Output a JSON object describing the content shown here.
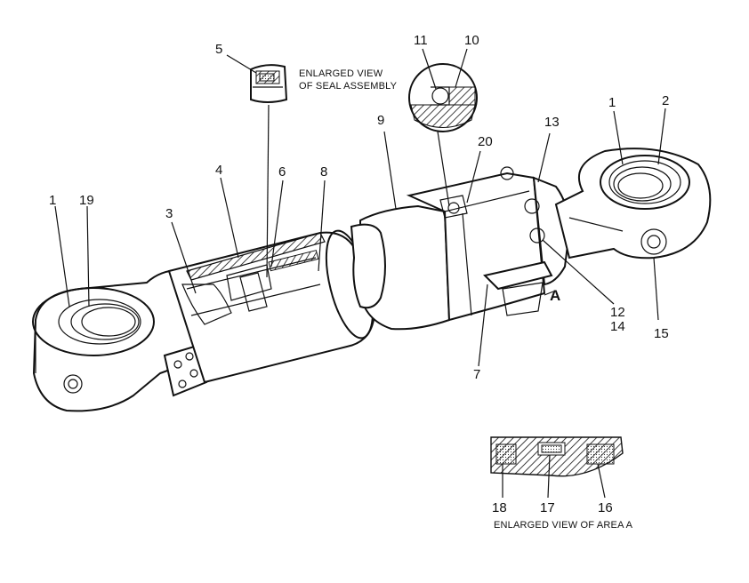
{
  "labels": {
    "seal_caption_line1": "ENLARGED VIEW",
    "seal_caption_line2": "OF SEAL ASSEMBLY",
    "area_caption": "ENLARGED VIEW OF AREA  A",
    "area_marker": "A"
  },
  "callouts": [
    {
      "id": "c5",
      "text": "5"
    },
    {
      "id": "c11",
      "text": "11"
    },
    {
      "id": "c10",
      "text": "10"
    },
    {
      "id": "c9",
      "text": "9"
    },
    {
      "id": "c13",
      "text": "13"
    },
    {
      "id": "c1r",
      "text": "1"
    },
    {
      "id": "c2",
      "text": "2"
    },
    {
      "id": "c20",
      "text": "20"
    },
    {
      "id": "c4",
      "text": "4"
    },
    {
      "id": "c6",
      "text": "6"
    },
    {
      "id": "c8",
      "text": "8"
    },
    {
      "id": "c1l",
      "text": "1"
    },
    {
      "id": "c19",
      "text": "19"
    },
    {
      "id": "c3",
      "text": "3"
    },
    {
      "id": "c12",
      "text": "12"
    },
    {
      "id": "c14",
      "text": "14"
    },
    {
      "id": "c15",
      "text": "15"
    },
    {
      "id": "c7",
      "text": "7"
    },
    {
      "id": "c18",
      "text": "18"
    },
    {
      "id": "c17",
      "text": "17"
    },
    {
      "id": "c16",
      "text": "16"
    }
  ]
}
